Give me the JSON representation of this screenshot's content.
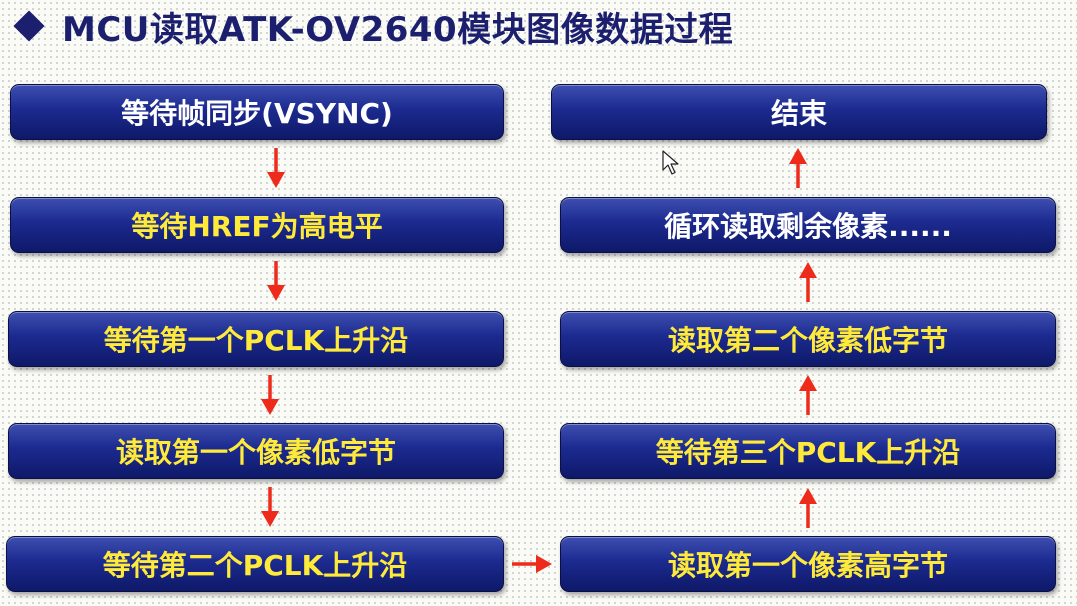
{
  "title": "MCU读取ATK-OV2640模块图像数据过程",
  "colors": {
    "title": "#1b1f6e",
    "box_fill": "#1c2a8f",
    "text_white": "#ffffff",
    "text_yellow": "#ffea3a",
    "arrow": "#ee2a1a"
  },
  "left_column": [
    "等待帧同步(VSYNC)",
    "等待HREF为高电平",
    "等待第一个PCLK上升沿",
    "读取第一个像素低字节",
    "等待第二个PCLK上升沿"
  ],
  "right_column": [
    "结束",
    "循环读取剩余像素......",
    "读取第二个像素低字节",
    "等待第三个PCLK上升沿",
    "读取第一个像素高字节"
  ]
}
